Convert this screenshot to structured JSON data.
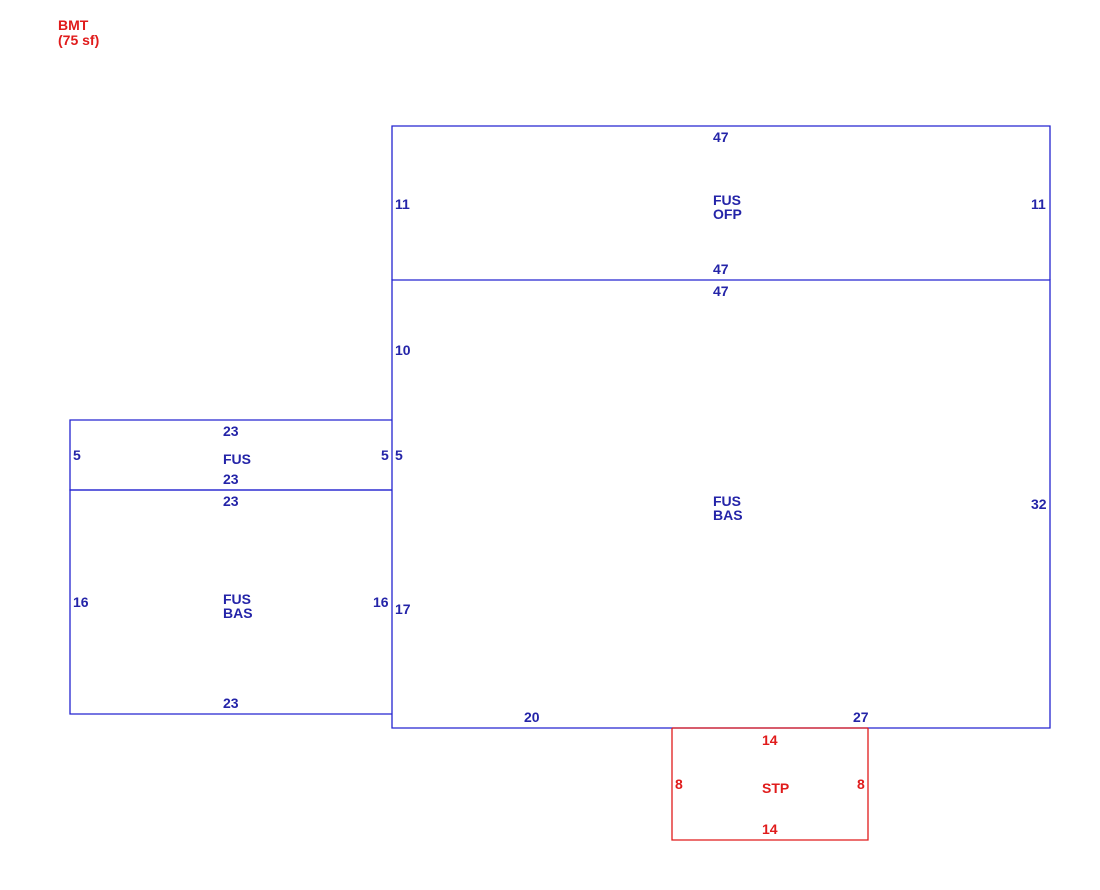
{
  "legend": {
    "line1": "BMT",
    "line2": "(75 sf)"
  },
  "colors": {
    "main": "#2424d0",
    "stoop": "#e01b1b"
  },
  "areas": {
    "ofp": {
      "line1": "FUS",
      "line2": "OFP",
      "top": "47",
      "bottom": "47",
      "left": "11",
      "right": "11"
    },
    "bas_main": {
      "line1": "FUS",
      "line2": "BAS",
      "top": "47",
      "right": "32",
      "left_upper": "10",
      "left_mid": "5",
      "left_lower": "17",
      "bottom_left": "20",
      "bottom_right": "27"
    },
    "fus_small": {
      "line1": "FUS",
      "top": "23",
      "bottom": "23",
      "left": "5",
      "right": "5"
    },
    "bas_left": {
      "line1": "FUS",
      "line2": "BAS",
      "top": "23",
      "bottom": "23",
      "left": "16",
      "right": "16"
    },
    "stp": {
      "line1": "STP",
      "top": "14",
      "bottom": "14",
      "left": "8",
      "right": "8"
    }
  }
}
